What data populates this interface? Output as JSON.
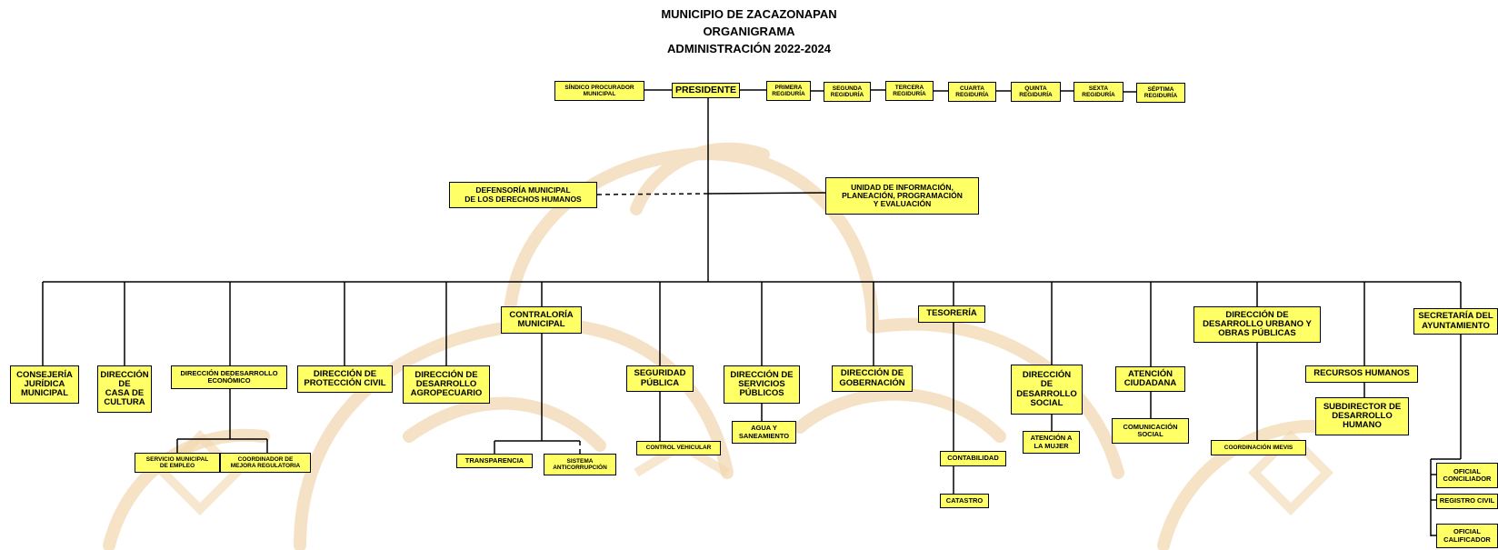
{
  "header": {
    "line1": "MUNICIPIO DE ZACAZONAPAN",
    "line2": "ORGANIGRAMA",
    "line3": "ADMINISTRACIÓN 2022-2024"
  },
  "colors": {
    "box_fill": "#ffff66",
    "box_border": "#000000",
    "watermark": "#f2d7ae"
  },
  "nodes": {
    "sindico": "SÍNDICO PROCURADOR\nMUNICIPAL",
    "presidente": "PRESIDENTE",
    "primera_regiduria": "PRIMERA\nREGIDURÍA",
    "segunda_regiduria": "SEGUNDA\nREGIDURÍA",
    "tercera_regiduria": "TERCERA\nREGIDURÍA",
    "cuarta_regiduria": "CUARTA\nREGIDURÍA",
    "quinta_regiduria": "QUINTA\nREGIDURÍA",
    "sexta_regiduria": "SEXTA\nREGIDURÍA",
    "septima_regiduria": "SÉPTIMA\nREGIDURÍA",
    "defensoria": "DEFENSORÍA MUNICIPAL\nDE LOS DERECHOS HUMANOS",
    "unidad_informacion": "UNIDAD DE INFORMACIÓN,\nPLANEACIÓN, PROGRAMACIÓN\nY EVALUACIÓN",
    "consejeria": "CONSEJERÍA\nJURÍDICA\nMUNICIPAL",
    "casa_cultura": "DIRECCIÓN\nDE\nCASA DE\nCULTURA",
    "desarrollo_economico": "DIRECCIÓN DEDESARROLLO\nECONÓMICO",
    "servicio_empleo": "SERVICIO MUNICIPAL\nDE EMPLEO",
    "mejora_regulatoria": "COORDINADOR DE\nMEJORA REGULATORIA",
    "proteccion_civil": "DIRECCIÓN DE\nPROTECCIÓN CIVIL",
    "agropecuario": "DIRECCIÓN DE\nDESARROLLO\nAGROPECUARIO",
    "contraloria": "CONTRALORÍA\nMUNICIPAL",
    "transparencia": "TRANSPARENCIA",
    "anticorrupcion": "SISTEMA\nANTICORRUPCIÓN",
    "seguridad": "SEGURIDAD\nPÚBLICA",
    "control_vehicular": "CONTROL VEHICULAR",
    "servicios_publicos": "DIRECCIÓN DE\nSERVICIOS\nPÚBLICOS",
    "agua": "AGUA Y\nSANEAMIENTO",
    "gobernacion": "DIRECCIÓN DE\nGOBERNACIÓN",
    "tesoreria": "TESORERÍA",
    "contabilidad": "CONTABILIDAD",
    "catastro": "CATASTRO",
    "desarrollo_social": "DIRECCIÓN\nDE\nDESARROLLO\nSOCIAL",
    "atencion_mujer": "ATENCIÓN A\nLA MUJER",
    "atencion_ciudadana": "ATENCIÓN\nCIUDADANA",
    "comunicacion_social": "COMUNICACIÓN\nSOCIAL",
    "desarrollo_urbano": "DIRECCIÓN DE\nDESARROLLO URBANO Y\nOBRAS PÚBLICAS",
    "imevis": "COORDINACIÓN IMEVIS",
    "recursos_humanos": "RECURSOS HUMANOS",
    "subdirector": "SUBDIRECTOR DE\nDESARROLLO\nHUMANO",
    "secretaria": "SECRETARÍA DEL\nAYUNTAMIENTO",
    "conciliador": "OFICIAL\nCONCILIADOR",
    "registro_civil": "REGISTRO CIVIL",
    "calificador": "OFICIAL\nCALIFICADOR"
  }
}
